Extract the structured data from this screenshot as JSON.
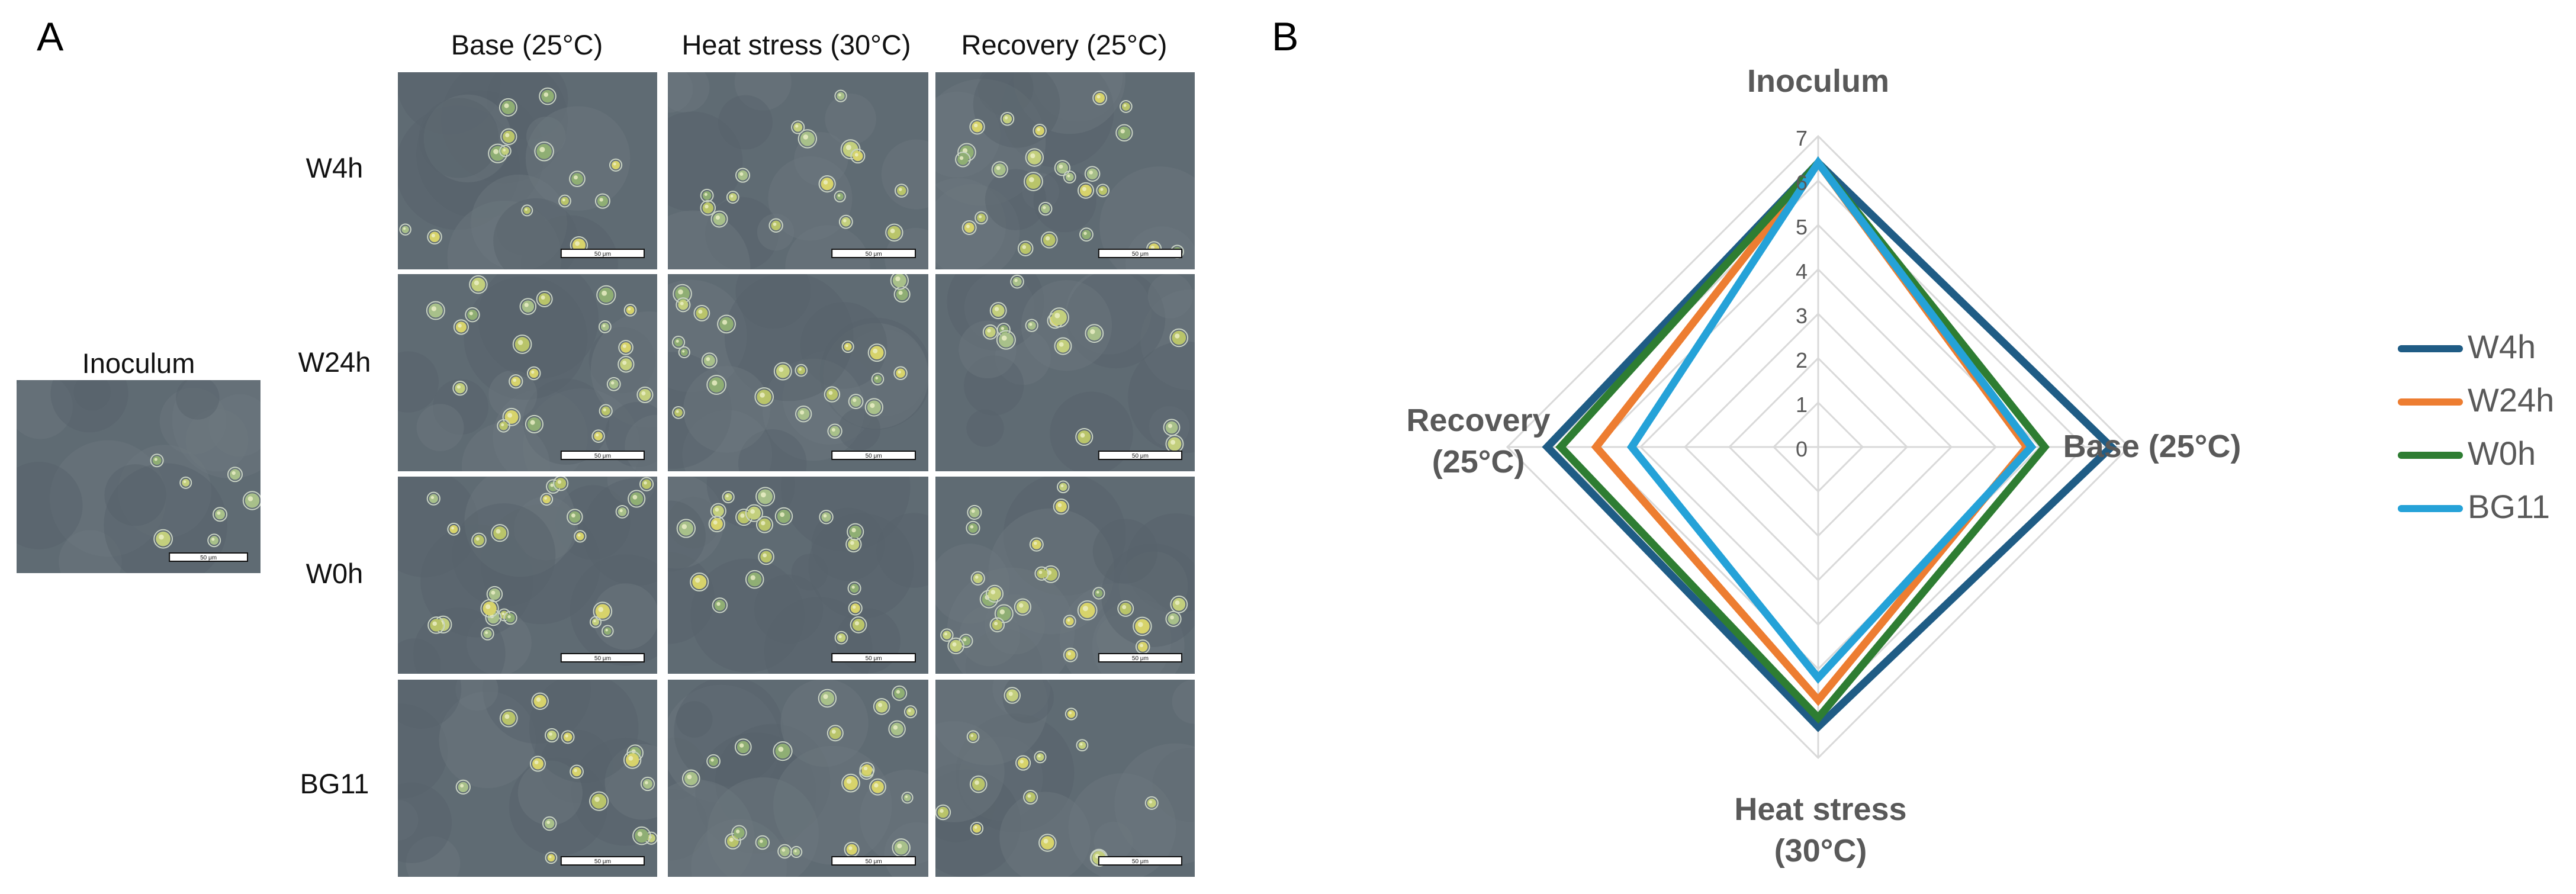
{
  "panel_a": {
    "letter": "A",
    "columns": [
      "Base (25°C)",
      "Heat stress (30°C)",
      "Recovery (25°C)"
    ],
    "rows": [
      "W4h",
      "W24h",
      "W0h",
      "BG11"
    ],
    "inoculum_title": "Inoculum",
    "scale_bar_label": "50 μm"
  },
  "panel_b": {
    "letter": "B"
  },
  "chart_data": {
    "type": "radar",
    "axes": [
      "Inoculum",
      "Base (25°C)",
      "Heat stress (30°C)",
      "Recovery (25°C)"
    ],
    "axis_label_lines": [
      [
        "Inoculum"
      ],
      [
        "Base (25°C)"
      ],
      [
        "Heat stress",
        "(30°C)"
      ],
      [
        "Recovery",
        "(25°C)"
      ]
    ],
    "r_ticks": [
      0,
      1,
      2,
      3,
      4,
      5,
      6,
      7
    ],
    "rlim": [
      0,
      7
    ],
    "grid": true,
    "legend_position": "right",
    "series": [
      {
        "name": "W4h",
        "color": "#1f5c85",
        "values": [
          6.4,
          6.6,
          6.3,
          6.1
        ]
      },
      {
        "name": "W24h",
        "color": "#ed7d31",
        "values": [
          6.4,
          4.7,
          5.7,
          5.0
        ]
      },
      {
        "name": "W0h",
        "color": "#2e7d32",
        "values": [
          6.4,
          5.1,
          6.1,
          5.8
        ]
      },
      {
        "name": "BG11",
        "color": "#25a2d8",
        "values": [
          6.4,
          4.8,
          5.2,
          4.2
        ]
      }
    ]
  }
}
